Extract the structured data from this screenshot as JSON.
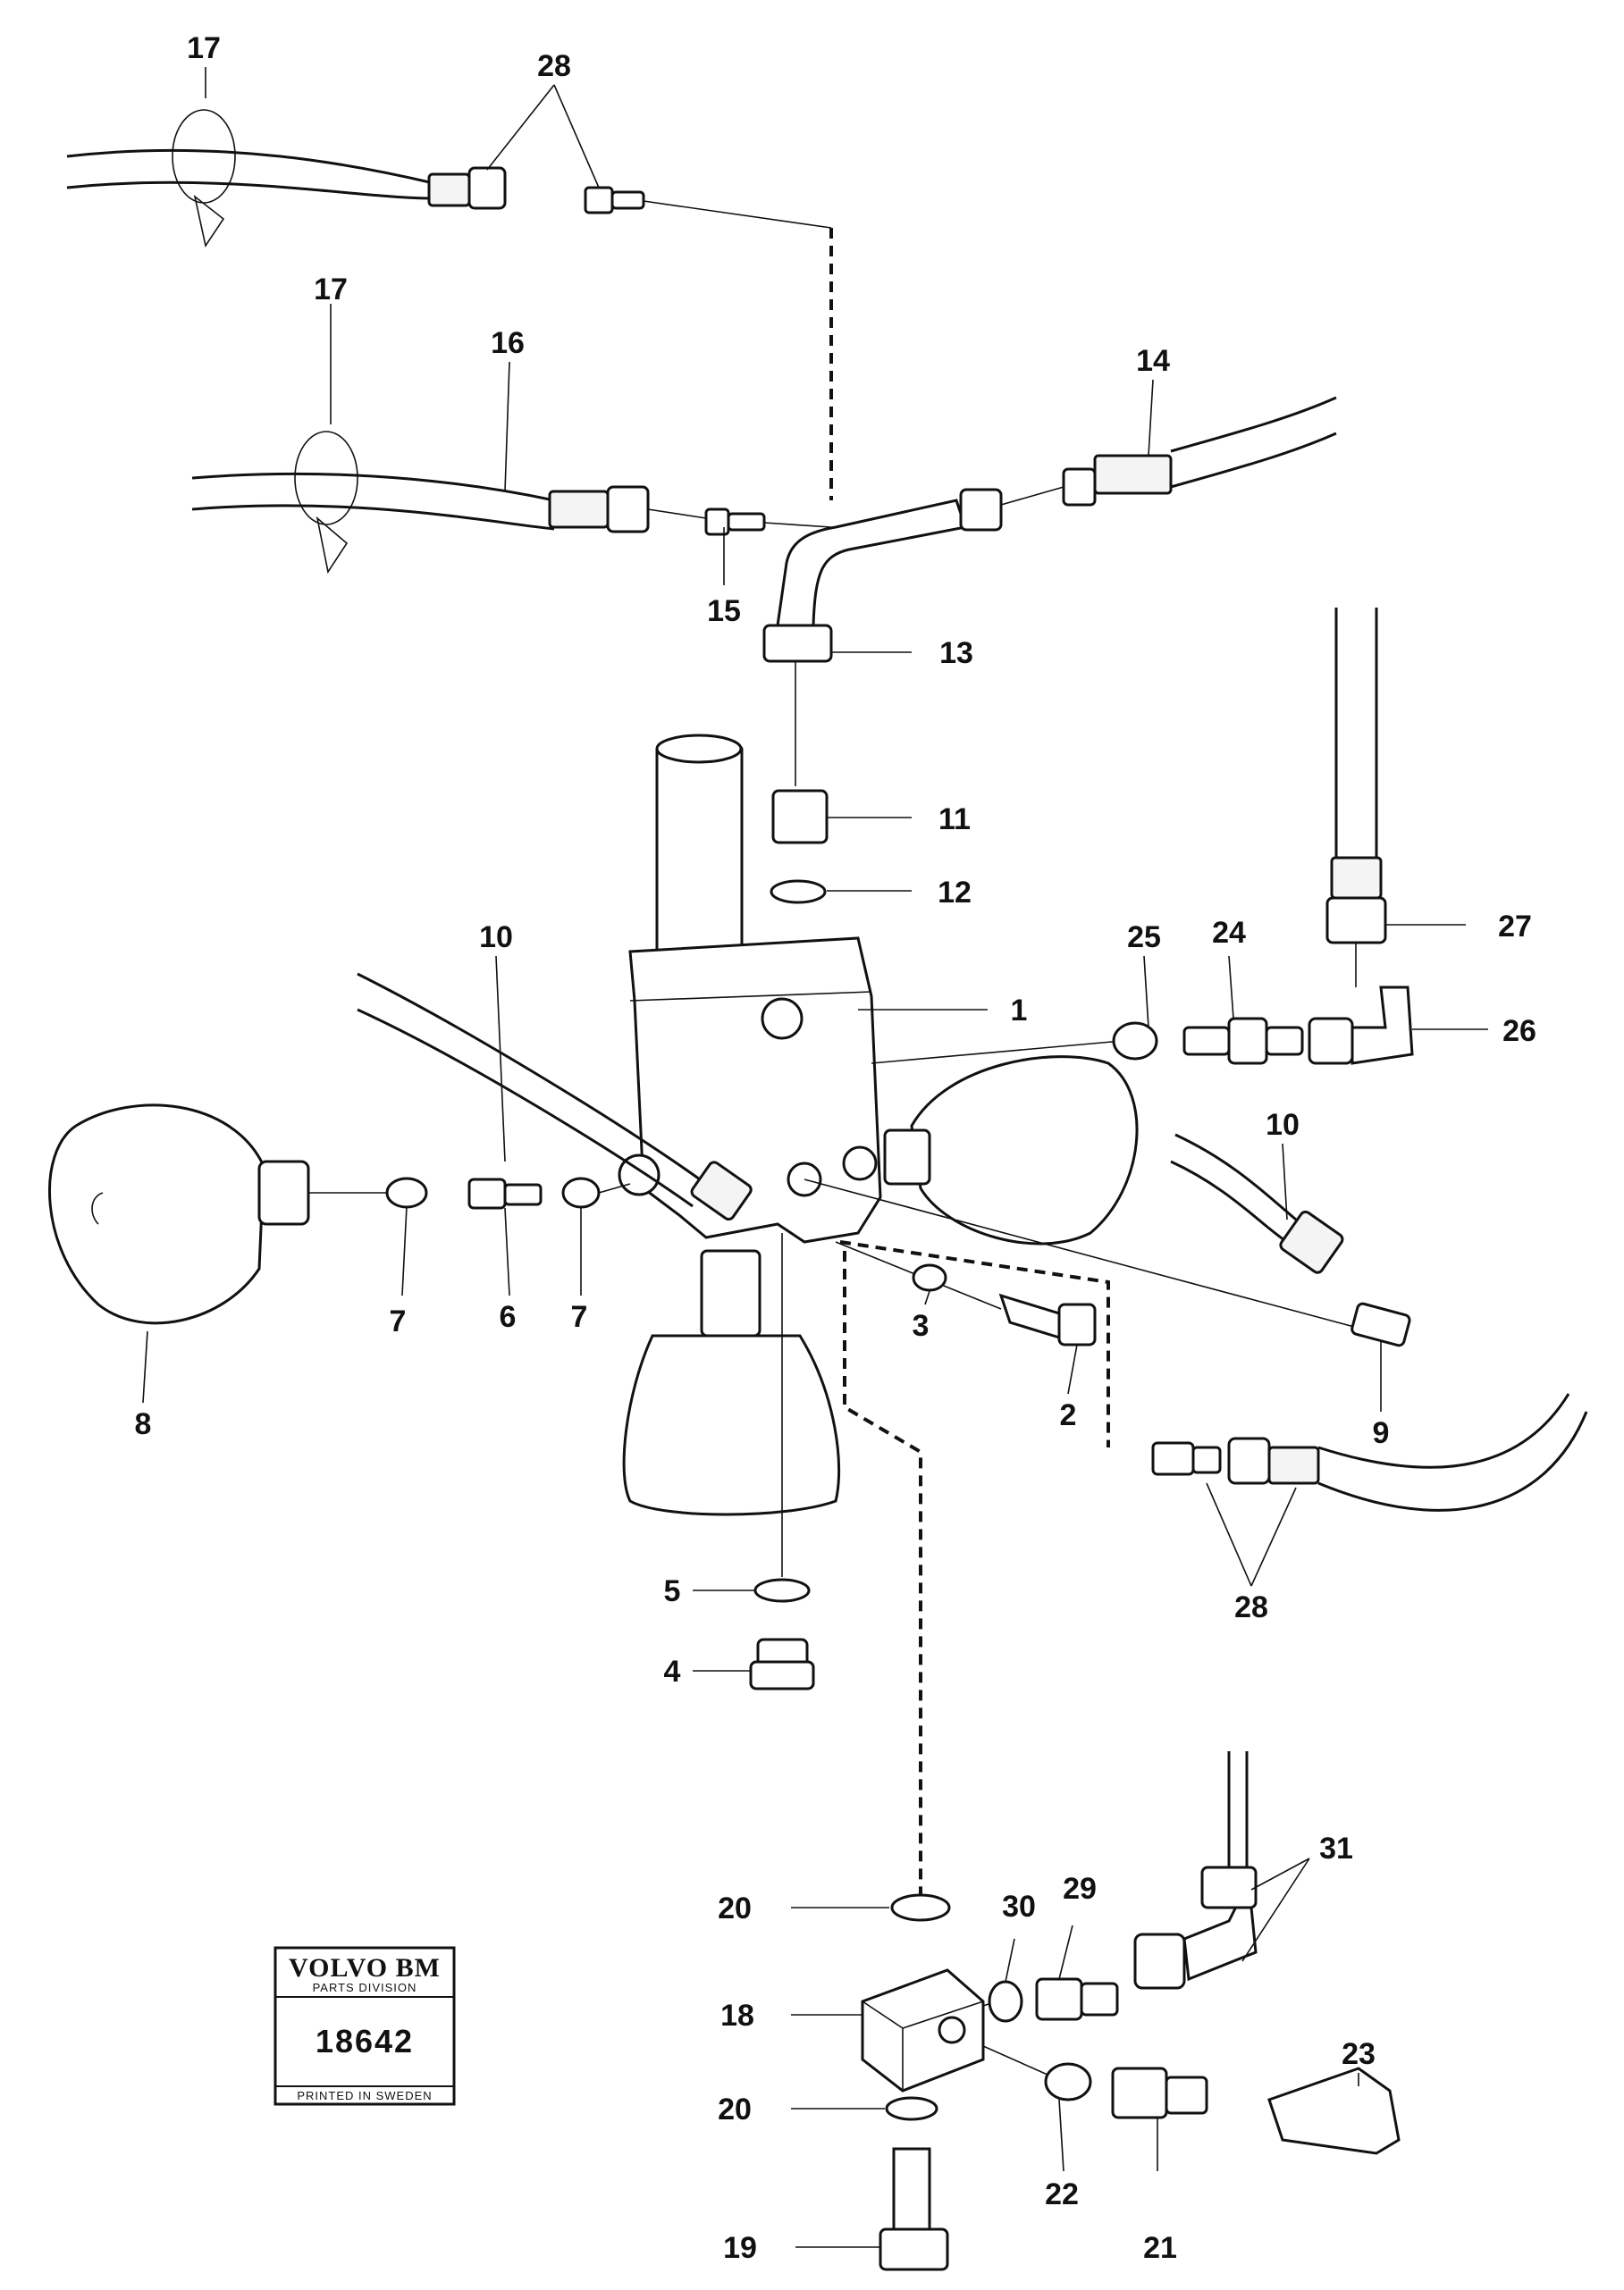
{
  "stamp": {
    "brand": "VOLVO BM",
    "division": "PARTS DIVISION",
    "number": "18642",
    "printed": "PRINTED IN SWEDEN"
  },
  "labels": {
    "p1": "1",
    "p2": "2",
    "p3": "3",
    "p4": "4",
    "p5": "5",
    "p6": "6",
    "p7a": "7",
    "p7b": "7",
    "p8": "8",
    "p9": "9",
    "p10a": "10",
    "p10b": "10",
    "p11": "11",
    "p12": "12",
    "p13": "13",
    "p14": "14",
    "p15": "15",
    "p16": "16",
    "p17a": "17",
    "p17b": "17",
    "p18": "18",
    "p19": "19",
    "p20a": "20",
    "p20b": "20",
    "p21": "21",
    "p22": "22",
    "p23": "23",
    "p24": "24",
    "p25": "25",
    "p26": "26",
    "p27": "27",
    "p28a": "28",
    "p28b": "28",
    "p29": "29",
    "p30": "30",
    "p31": "31"
  }
}
